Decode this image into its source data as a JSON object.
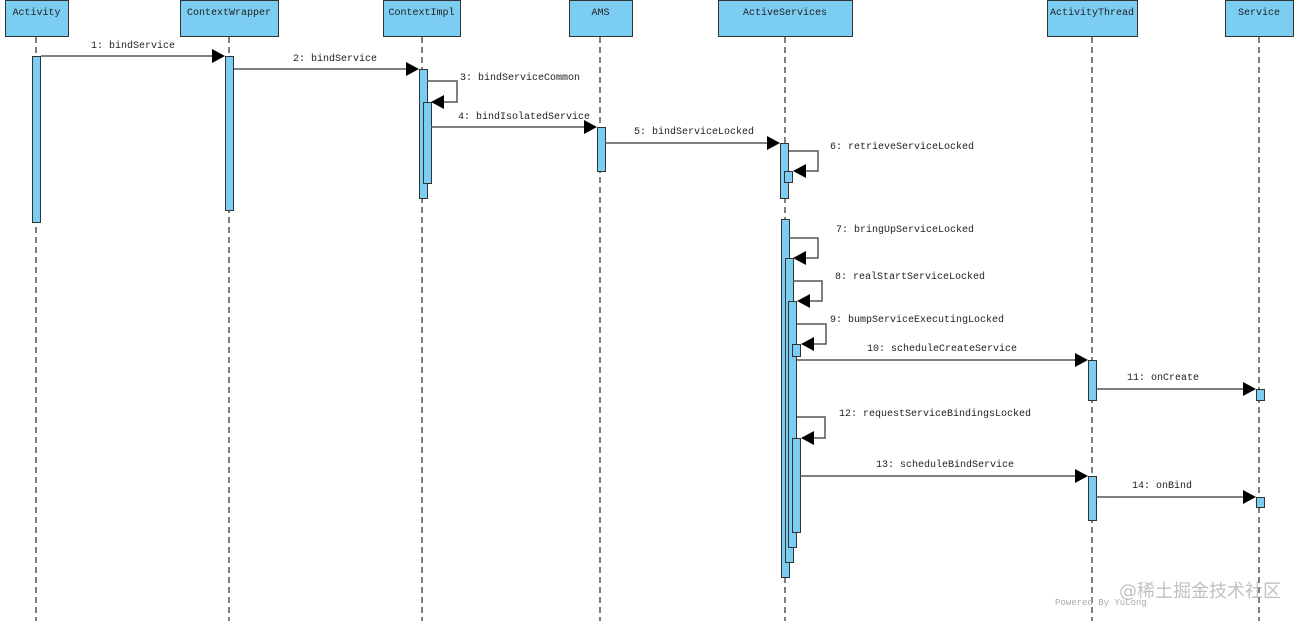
{
  "diagram": {
    "participants": [
      "Activity",
      "ContextWrapper",
      "ContextImpl",
      "AMS",
      "ActiveServices",
      "ActivityThread",
      "Service"
    ],
    "messages": [
      "1: bindService",
      "2: bindService",
      "3: bindServiceCommon",
      "4: bindIsolatedService",
      "5: bindServiceLocked",
      "6: retrieveServiceLocked",
      "7: bringUpServiceLocked",
      "8: realStartServiceLocked",
      "9: bumpServiceExecutingLocked",
      "10: scheduleCreateService",
      "11: onCreate",
      "12: requestServiceBindingsLocked",
      "13: scheduleBindService",
      "14: onBind"
    ],
    "colors": {
      "box": "#7ccdf2",
      "line": "#555555",
      "arrow": "#000000"
    }
  },
  "footer": {
    "powered_by": "Powered By YuLong",
    "watermark": "@稀土掘金技术社区"
  }
}
